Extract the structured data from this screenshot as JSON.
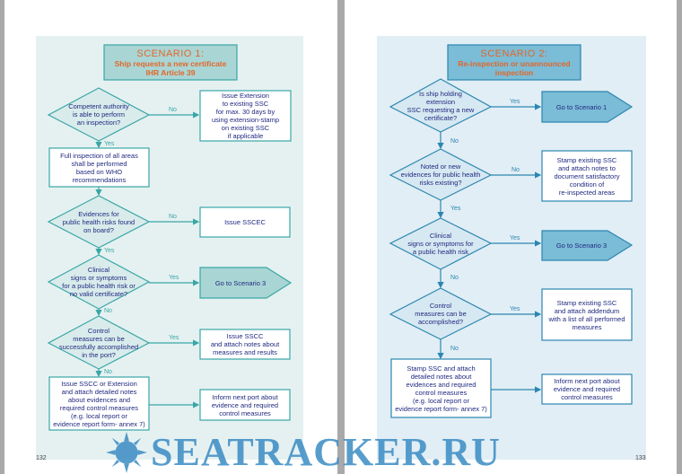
{
  "left_page": {
    "page_number": "132",
    "title": {
      "heading": "SCENARIO 1:",
      "subtitle": "Ship requests a new certificate\nIHR Article 39"
    },
    "decisions": [
      "Competent authority\nis able to perform\nan inspection?",
      "Evidences for\npublic health risks found\non board?",
      "Clinical\nsigns or symptoms\nfor a public health risk or\nno valid certificate?",
      "Control\nmeasures can be\nsuccessfully accomplished\nin the port?"
    ],
    "boxes": {
      "extension": "Issue Extension\nto existing SSC\nfor max. 30 days by\nusing extension-stamp\non existing SSC\nif applicable",
      "full_inspection": "Full inspection of all areas\nshall be performed\nbased on WHO\nrecommendations",
      "sscec": "Issue SSCEC",
      "goto": "Go to Scenario 3",
      "sscc": "Issue SSCC\nand attach notes about\nmeasures and results",
      "sscc_extension": "Issue SSCC or Extension\nand attach detailed notes\nabout evidences and\nrequired control measures\n(e.g. local report or\nevidence report form- annex 7)",
      "inform": "Inform next port about\nevidence and required\ncontrol measures"
    },
    "labels": {
      "no1": "No",
      "yes1": "Yes",
      "no2": "No",
      "yes2": "Yes",
      "yes3": "Yes",
      "no3": "No",
      "yes4": "Yes",
      "no4": "No"
    }
  },
  "right_page": {
    "page_number": "133",
    "title": {
      "heading": "SCENARIO 2:",
      "subtitle": "Re-inspection or unannounced\ninspection"
    },
    "decisions": [
      "Is ship holding\nextension\nSSC requesting a new\ncertificate?",
      "Noted or new\nevidences for public health\nrisks existing?",
      "Clinical\nsigns or symptoms for\na public health risk",
      "Control\nmeasures can be\naccomplished?"
    ],
    "boxes": {
      "goto1": "Go to Scenario 1",
      "stamp_notes": "Stamp existing SSC\nand attach notes to\ndocument satisfactory\ncondition of\nre-inspected areas",
      "goto3": "Go to Scenario 3",
      "stamp_addendum": "Stamp existing SSC\nand attach addendum\nwith a list of all performed\nmeasures",
      "stamp_detailed": "Stamp SSC and attach\ndetailed notes about\nevidences and required\ncontrol measures\n(e.g. local report or\nevidence report form- annex 7)",
      "inform": "Inform next port about\nevidence and required\ncontrol measures"
    },
    "labels": {
      "yes1": "Yes",
      "no1": "No",
      "no2": "No",
      "yes2": "Yes",
      "yes3": "Yes",
      "no3": "No",
      "yes4": "Yes",
      "no4": "No"
    }
  },
  "watermark": "SEATRACKER.RU",
  "colors": {
    "scenario1_panel": "#e5f1f1",
    "scenario1_accent": "#3aa6a6",
    "scenario2_panel": "#e1eef5",
    "scenario2_accent": "#2c86b1",
    "title_text": "#e2672a",
    "body_text": "#1f2a80",
    "watermark": "#3a8cc4"
  }
}
